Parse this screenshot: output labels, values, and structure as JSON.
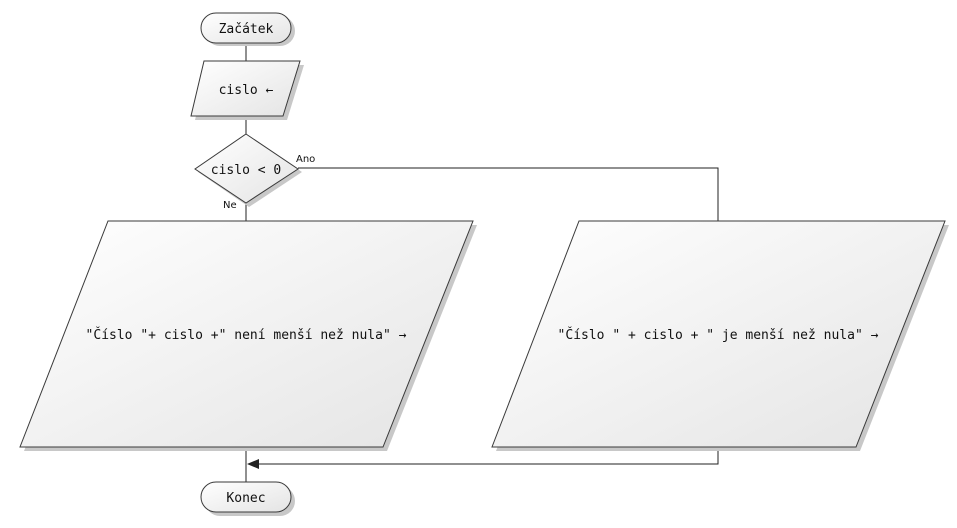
{
  "diagram": {
    "type": "flowchart",
    "nodes": {
      "start": {
        "kind": "terminal",
        "label": "Začátek"
      },
      "input": {
        "kind": "input",
        "label": "cislo ←"
      },
      "decision": {
        "kind": "decision",
        "label": "cislo < 0"
      },
      "output_no": {
        "kind": "output",
        "label": "\"Číslo \"+ cislo +\" není menší než nula\" →"
      },
      "output_yes": {
        "kind": "output",
        "label": "\"Číslo \" + cislo + \" je menší než nula\" →"
      },
      "end": {
        "kind": "terminal",
        "label": "Konec"
      }
    },
    "edges": {
      "yes_label": "Ano",
      "no_label": "Ne"
    }
  },
  "colors": {
    "shape_fill_light": "#ffffff",
    "shape_fill_dark": "#e4e4e4",
    "stroke": "#3a3a3a",
    "shadow": "#c8c8c8"
  }
}
